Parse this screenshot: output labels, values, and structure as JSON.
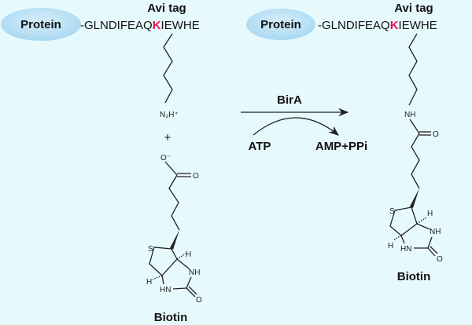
{
  "colors": {
    "background": "#e6f9fd",
    "protein_fill": "#bfe3f6",
    "lysine_highlight": "#e8114e"
  },
  "left": {
    "protein_label": "Protein",
    "tag_label": "Avi tag",
    "sequence_prefix": "-GLNDIFEAQ",
    "sequence_k": "K",
    "sequence_suffix": "IEWHE",
    "amine_label": "N₃H⁺",
    "plus": "+",
    "biotin": {
      "o_minus": "O⁻",
      "o": "O",
      "s": "S",
      "h1": "H",
      "nh": "NH",
      "h2": "H",
      "hn": "HN",
      "o2": "O",
      "name": "Biotin"
    }
  },
  "reaction": {
    "enzyme": "BirA",
    "substrate": "ATP",
    "products": "AMP+PPi"
  },
  "right": {
    "protein_label": "Protein",
    "tag_label": "Avi tag",
    "sequence_prefix": "-GLNDIFEAQ",
    "sequence_k": "K",
    "sequence_suffix": "IEWHE",
    "amide_nh": "NH",
    "amide_o": "O",
    "biotin": {
      "s": "S",
      "h1": "H",
      "nh": "NH",
      "h2": "H",
      "hn": "HN",
      "o2": "O",
      "name": "Biotin"
    }
  }
}
